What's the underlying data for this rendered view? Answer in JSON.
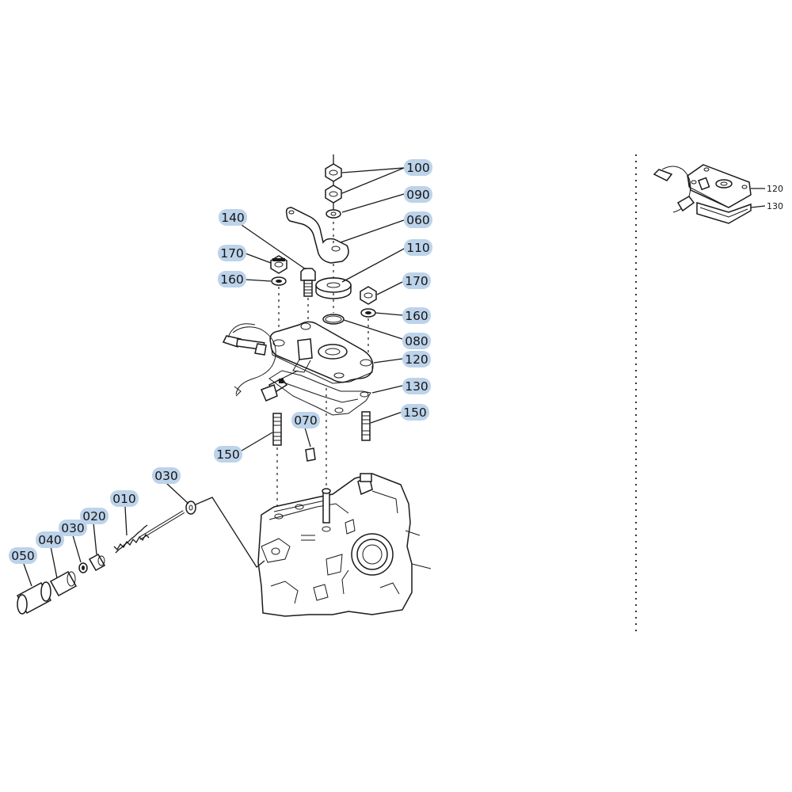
{
  "callouts": {
    "c100": "100",
    "c090": "090",
    "c060": "060",
    "c140": "140",
    "c170a": "170",
    "c110": "110",
    "c160a": "160",
    "c170b": "170",
    "c160b": "160",
    "c080": "080",
    "c120": "120",
    "c130": "130",
    "c150a": "150",
    "c070": "070",
    "c150b": "150",
    "c030a": "030",
    "c010": "010",
    "c020": "020",
    "c030b": "030",
    "c040": "040",
    "c050": "050"
  },
  "inset": {
    "c120": "120",
    "c130": "130"
  },
  "colors": {
    "callout_highlight": "#bcd3ea",
    "line": "#1a1a1a"
  }
}
